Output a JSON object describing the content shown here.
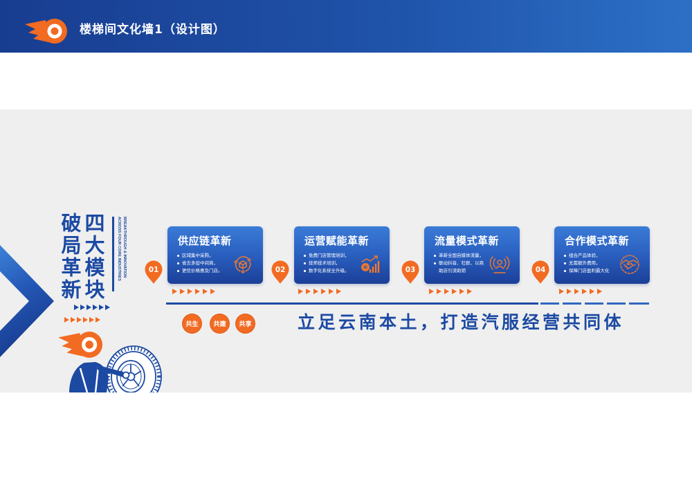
{
  "colors": {
    "brand_blue": "#1c4aa3",
    "accent_orange": "#f26b22",
    "panel_gray": "#efefef",
    "header_dark": "#183d90",
    "header_light": "#2c70c6"
  },
  "header": {
    "title": "楼梯间文化墙1（设计图）",
    "logo_icon": "flame-ring-logo-icon"
  },
  "wall": {
    "title_left": "破局革新",
    "title_right": "四大模块",
    "subtitle_en": [
      "BREAKTHROUGH & INNOVATION",
      "ACROSS FOUR CORE INDUSTRIES"
    ],
    "values": [
      "共生",
      "共建",
      "共享"
    ],
    "slogan": "立足云南本土，打造汽服经营共同体",
    "mascot_icon": "mascot-with-tire-icon",
    "modules": [
      {
        "number": "01",
        "title": "供应链革新",
        "icon": "supply-cycle-icon",
        "bullets": [
          "区域集中采购，",
          "省去多层中间商，",
          "更优价格惠及门店。"
        ]
      },
      {
        "number": "02",
        "title": "运营赋能革新",
        "icon": "gear-growth-chart-icon",
        "bullets": [
          "免费门店管理培训，",
          "技师技术培训，",
          "数字化系统全升级。"
        ]
      },
      {
        "number": "03",
        "title": "流量模式革新",
        "icon": "broadcast-person-icon",
        "bullets": [
          "革新全国自媒体流量，",
          "联动抖音、社群、以商助店引流助销"
        ]
      },
      {
        "number": "04",
        "title": "合作模式革新",
        "icon": "handshake-icon",
        "bullets": [
          "组合产品体验，",
          "无需额外费用，",
          "保障门店盈利最大化"
        ]
      }
    ]
  }
}
